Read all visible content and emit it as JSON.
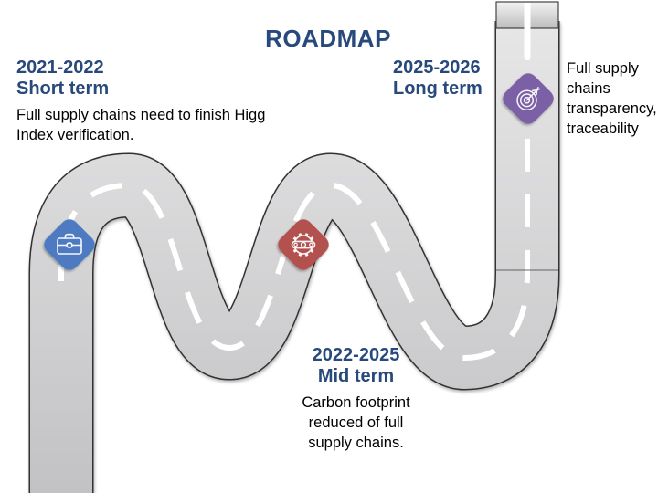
{
  "title": "ROADMAP",
  "colors": {
    "accent": "#28497c",
    "body_text": "#000000",
    "road_light": "#e8e8e9",
    "road_dark": "#c2c2c4",
    "road_edge": "#333333",
    "dash": "#ffffff",
    "cap_light": "#f3f3f3",
    "cap_dark": "#bdbdbd"
  },
  "milestones": [
    {
      "period": "2021-2022",
      "term": "Short term",
      "description": "Full supply chains need to finish Higg Index verification.",
      "icon": "briefcase-icon",
      "color": "#4d7ac1"
    },
    {
      "period": "2022-2025",
      "term": "Mid term",
      "description": "Carbon footprint reduced of full supply chains.",
      "icon": "gear-wrench-icon",
      "color": "#b35150"
    },
    {
      "period": "2025-2026",
      "term": "Long term",
      "description": "Full supply chains transparency, traceability",
      "icon": "target-arrow-icon",
      "color": "#7c61a5"
    }
  ]
}
